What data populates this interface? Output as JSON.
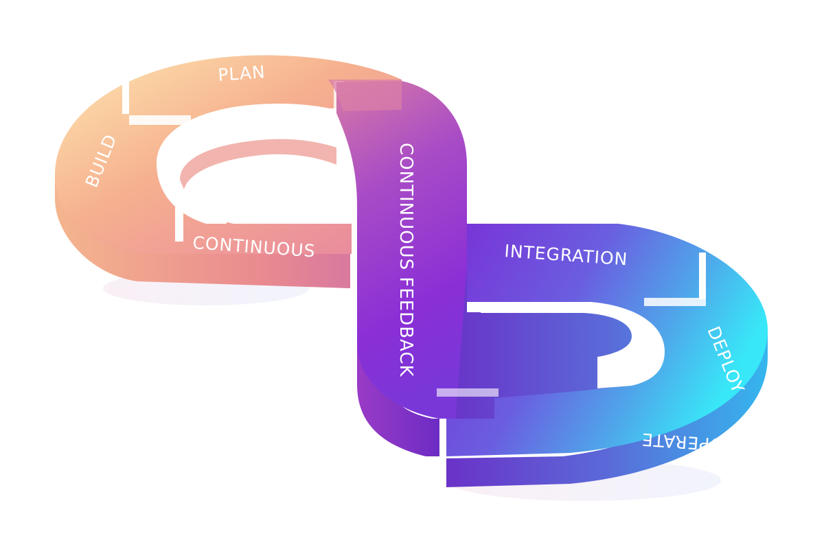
{
  "diagram": {
    "stages": {
      "plan": "PLAN",
      "build": "BUILD",
      "continuous": "CONTINUOUS",
      "feedback": "CONTINUOUS FEEDBACK",
      "integration": "INTEGRATION",
      "deploy": "DEPLOY",
      "operate": "OPERATE"
    },
    "colors": {
      "peach_light": "#fde0a8",
      "peach": "#f4a98c",
      "pink": "#e98a9c",
      "magenta": "#b44fc1",
      "purple": "#8a2fd6",
      "violet": "#6a3bd8",
      "blue": "#5a8fe6",
      "cyan": "#3ee6f7"
    }
  }
}
